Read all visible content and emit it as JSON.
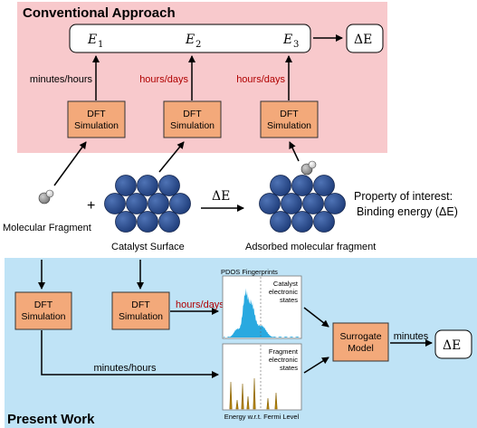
{
  "conventional": {
    "title": "Conventional Approach",
    "energies": {
      "e1": "E",
      "e1_sub": "1",
      "e2": "E",
      "e2_sub": "2",
      "e3": "E",
      "e3_sub": "3"
    },
    "result": "ΔE",
    "times": [
      "minutes/hours",
      "hours/days",
      "hours/days"
    ],
    "dft_line1": "DFT",
    "dft_line2": "Simulation"
  },
  "middle": {
    "plus": "+",
    "reaction_label": "ΔE",
    "molecular_fragment": "Molecular Fragment",
    "catalyst_surface": "Catalyst Surface",
    "adsorbed": "Adsorbed molecular fragment",
    "property_line1": "Property of interest:",
    "property_line2": "Binding energy (ΔE)"
  },
  "present": {
    "title": "Present Work",
    "dft_line1": "DFT",
    "dft_line2": "Simulation",
    "pdos_title": "PDOS Fingerprints",
    "catalyst_label": [
      "Catalyst",
      "electronic",
      "states"
    ],
    "fragment_label": [
      "Fragment",
      "electronic",
      "states"
    ],
    "xaxis_label": "Energy w.r.t. Fermi Level",
    "time_catalyst": "hours/days",
    "time_fragment": "minutes/hours",
    "surrogate_line1": "Surrogate",
    "surrogate_line2": "Model",
    "time_surrogate": "minutes",
    "result": "ΔE"
  },
  "colors": {
    "top_panel": "#f8c9cc",
    "bottom_panel": "#bfe3f6",
    "dft_box": "#f3a97a",
    "atom": "#2a4a8a",
    "time_red": "#b00000",
    "catalyst_pdos": "#29a9e0",
    "fragment_pdos": "#b8860b"
  }
}
